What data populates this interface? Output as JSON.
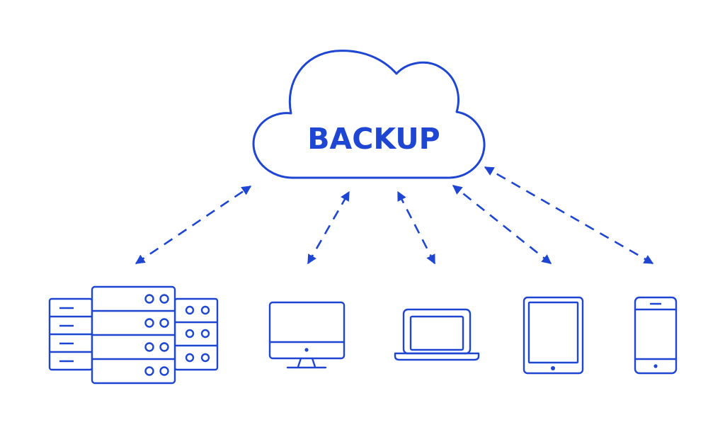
{
  "cloud": {
    "label": "BACKUP"
  },
  "devices": [
    {
      "id": "server-rack",
      "icon": "server-rack-icon"
    },
    {
      "id": "desktop-monitor",
      "icon": "desktop-monitor-icon"
    },
    {
      "id": "laptop",
      "icon": "laptop-icon"
    },
    {
      "id": "tablet",
      "icon": "tablet-icon"
    },
    {
      "id": "smartphone",
      "icon": "smartphone-icon"
    }
  ],
  "connections": {
    "style": "dashed",
    "direction": "bidirectional",
    "count": 5
  },
  "colors": {
    "accent": "#1e46d2",
    "background": "#ffffff"
  }
}
